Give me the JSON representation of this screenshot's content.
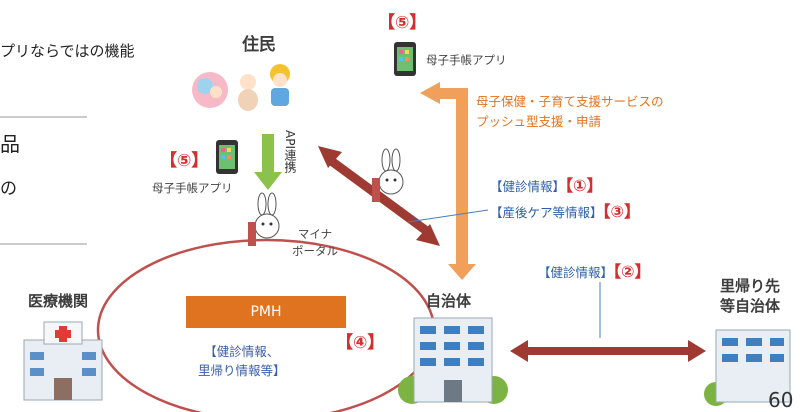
{
  "slide_text": {
    "line1": "プリならではの機能",
    "line2": "品",
    "line3": "の"
  },
  "residents": {
    "title": "住民"
  },
  "top_app": {
    "number": "【⑤】",
    "label": "母子手帳アプリ"
  },
  "left_app": {
    "number": "【⑤】",
    "label": "母子手帳アプリ"
  },
  "api_label": "API連携",
  "portal_label": {
    "line1": "マイナ",
    "line2": "ポータル"
  },
  "push_service": {
    "line1": "母子保健・子育て支援サービスの",
    "line2": "プッシュ型支援・申請"
  },
  "info1": {
    "label": "【健診情報】",
    "number": "【①】"
  },
  "info3": {
    "label": "【産後ケア等情報】",
    "number": "【③】"
  },
  "info2": {
    "label": "【健診情報】",
    "number": "【②】"
  },
  "medical": {
    "title": "医療機関"
  },
  "municipality": {
    "title": "自治体"
  },
  "hometown": {
    "line1": "里帰り先",
    "line2": "等自治体"
  },
  "pmh": {
    "label": "PMH",
    "note_line1": "【健診情報、",
    "note_line2": "里帰り情報等】",
    "number": "【④】"
  },
  "page_number": "60",
  "colors": {
    "orange": "#e0731f",
    "red": "#d32f2f",
    "dark_red": "#9e3a32",
    "green": "#7cb342",
    "blue": "#2e5fa8",
    "ellipse": "#c0504d"
  }
}
